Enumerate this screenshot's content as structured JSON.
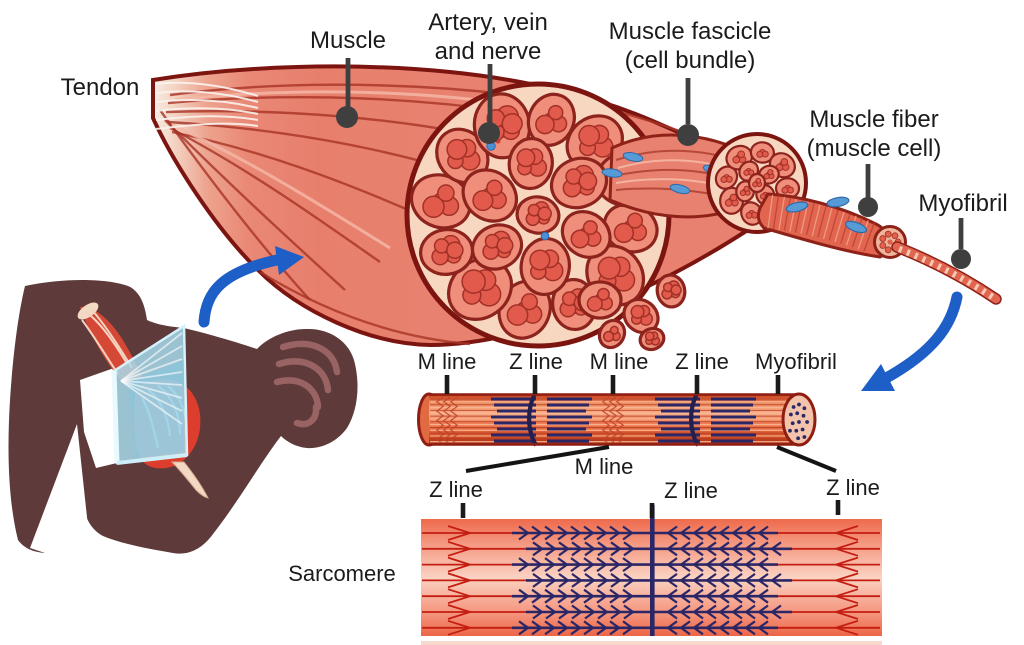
{
  "figure": {
    "type": "anatomy-diagram",
    "subject": "Skeletal muscle structure from tendon to sarcomere"
  },
  "labels": {
    "tendon": "Tendon",
    "muscle": "Muscle",
    "artery": [
      "Artery, vein",
      "and nerve"
    ],
    "fascicle": [
      "Muscle fascicle",
      "(cell bundle)"
    ],
    "fiber": [
      "Muscle fiber",
      "(muscle cell)"
    ],
    "myofibril": "Myofibril"
  },
  "myofibril_ruler": {
    "labels": [
      "M line",
      "Z line",
      "M line",
      "Z line",
      "Myofibril"
    ],
    "below_label": "M line"
  },
  "sarcomere": {
    "z_line_labels": [
      "Z line",
      "Z line",
      "Z line"
    ],
    "caption": "Sarcomere"
  },
  "colors": {
    "muscle_salmon": "#e8816f",
    "muscle_outline": "#7c1510",
    "cross_section_bg": "#f8d7c1",
    "fascicle_fill": "#ef8e7b",
    "fiber_dot": "#e25a4b",
    "nucleus_blue": "#569ad6",
    "annotation_gray": "#3f3f3f",
    "arrow_blue": "#1d5ec7",
    "arm_brown": "#5e3a3a",
    "glass_cyan": "#a8e0f3",
    "bicep_red": "#dd3d2c",
    "filament_red": "#c41e12",
    "filament_navy": "#2b2766",
    "label_text": "#1b1b1b"
  }
}
